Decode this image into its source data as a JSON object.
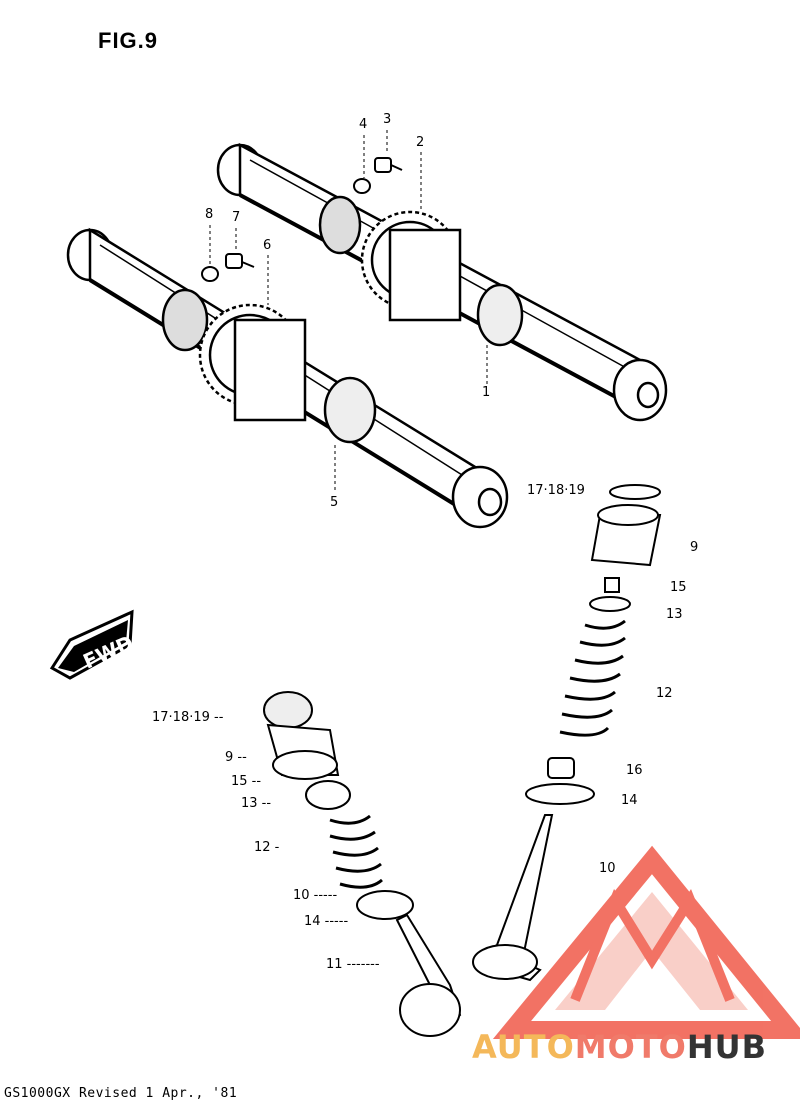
{
  "figure": {
    "title": "FIG.9"
  },
  "fwd_label": "FWD",
  "labels": {
    "n1": "1",
    "n2": "2",
    "n3": "3",
    "n4": "4",
    "n5": "5",
    "n6": "6",
    "n7": "7",
    "n8": "8",
    "r_17_18_19": "17·18·19",
    "r_9": "9",
    "r_15": "15",
    "r_13": "13",
    "r_12": "12",
    "r_16": "16",
    "r_14": "14",
    "r_10": "10",
    "l_17_18_19": "17·18·19 --",
    "l_9": "9 --",
    "l_15": "15 --",
    "l_13": "13 --",
    "l_12": "12 -",
    "l_10": "10 -----",
    "l_14": "14 -----",
    "l_11": "11 -------"
  },
  "footer": {
    "text": "GS1000GX   Revised 1 Apr., '81"
  },
  "watermark": {
    "part1": "AUTO",
    "part2": "MOTO",
    "part3": "HUB",
    "colors": {
      "auto": "#f4b85a",
      "moto": "#f07a6a",
      "hub": "#333333",
      "logo": "#f05a4a"
    }
  }
}
